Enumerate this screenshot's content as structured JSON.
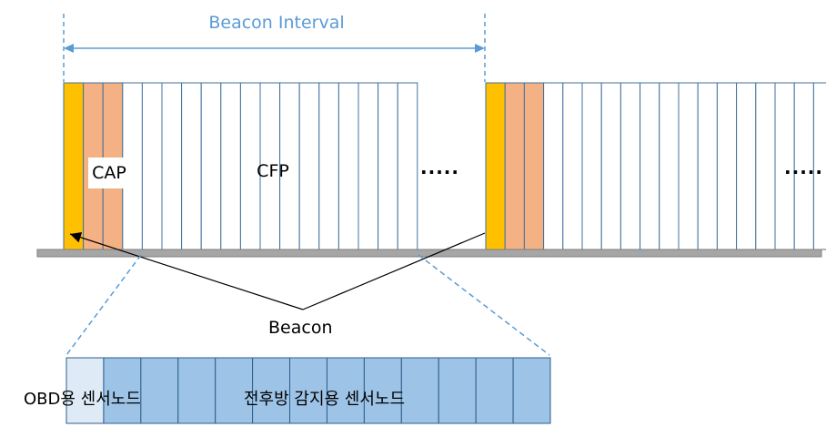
{
  "labels": {
    "beacon_interval": "Beacon Interval",
    "cap": "CAP",
    "cfp": "CFP",
    "ellipsis": ".....",
    "beacon": "Beacon",
    "obd_sensor": "OBD용 센서노드",
    "front_rear_sensor": "전후방 감지용 센서노드"
  },
  "colors": {
    "beacon_slot": "#ffc000",
    "cap_slot": "#f4b183",
    "cfp_slot_border": "#41719c",
    "timeline": "#a6a6a6",
    "dashed": "#5b9bd5",
    "interval_text": "#5b9bd5",
    "expanded_slot": "#9dc3e6",
    "expanded_obd_slot": "#deebf7"
  },
  "superframe": {
    "beacon_slots": 1,
    "cap_slots": 2,
    "cfp_slots": 15
  },
  "expanded_cfp_slot": {
    "total_slots": 13,
    "obd_slots": 1
  }
}
